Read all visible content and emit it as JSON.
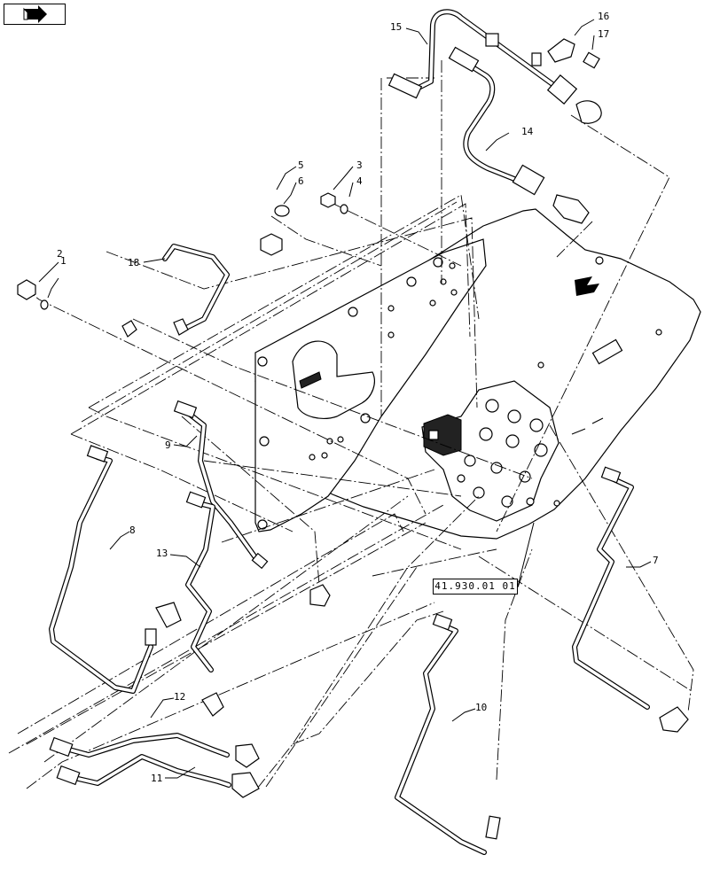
{
  "nav": {
    "icon": "return-arrow-icon"
  },
  "reference": {
    "label": "41.930.01 01"
  },
  "callouts": [
    {
      "id": "1",
      "text": "1"
    },
    {
      "id": "2",
      "text": "2"
    },
    {
      "id": "3",
      "text": "3"
    },
    {
      "id": "4",
      "text": "4"
    },
    {
      "id": "5",
      "text": "5"
    },
    {
      "id": "6",
      "text": "6"
    },
    {
      "id": "7",
      "text": "7"
    },
    {
      "id": "8",
      "text": "8"
    },
    {
      "id": "9",
      "text": "9"
    },
    {
      "id": "10",
      "text": "10"
    },
    {
      "id": "11",
      "text": "11"
    },
    {
      "id": "12",
      "text": "12"
    },
    {
      "id": "13",
      "text": "13"
    },
    {
      "id": "14",
      "text": "14"
    },
    {
      "id": "15",
      "text": "15"
    },
    {
      "id": "16",
      "text": "16"
    },
    {
      "id": "17",
      "text": "17"
    },
    {
      "id": "18",
      "text": "18"
    }
  ]
}
